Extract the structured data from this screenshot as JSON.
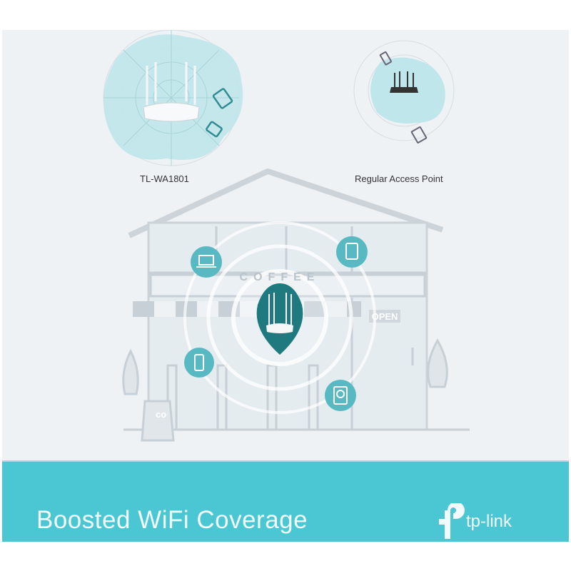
{
  "comparison": {
    "left_label": "TL-WA1801",
    "right_label": "Regular Access Point"
  },
  "scene": {
    "shop_sign": "COFFEE",
    "door_sign": "OPEN",
    "board_sign": "co"
  },
  "banner": {
    "headline": "Boosted WiFi Coverage",
    "brand": "tp-link"
  },
  "colors": {
    "accent": "#4ac7d2",
    "dark_teal": "#1f7a80",
    "coverage": "#bfe6ea",
    "background": "#eef2f5"
  }
}
